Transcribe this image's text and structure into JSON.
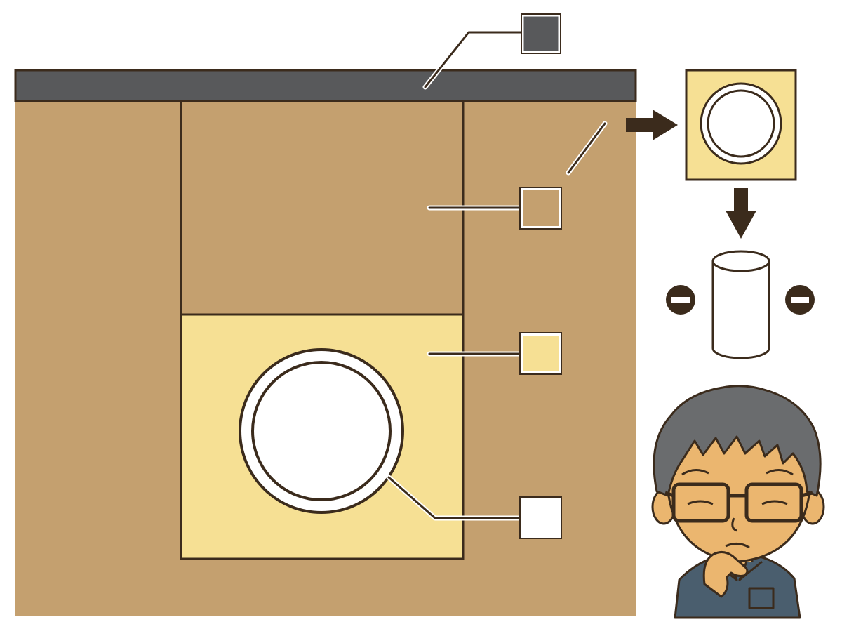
{
  "colors": {
    "ground": "#c4a06f",
    "cap": "#58595b",
    "sand": "#f6e094",
    "outline": "#3b2b1c",
    "white": "#ffffff",
    "skin": "#ebb66f",
    "hair": "#6a6c6e",
    "shirt": "#4a5e6e"
  },
  "legend_keys": [
    {
      "key": "cap",
      "swatch": "#58595b"
    },
    {
      "key": "soil",
      "swatch": "#c4a06f"
    },
    {
      "key": "sand",
      "swatch": "#f6e094"
    },
    {
      "key": "pipe",
      "swatch": "#ffffff"
    }
  ],
  "icons": {
    "flow_arrow": "arrow-right-icon",
    "down_arrow": "arrow-down-icon",
    "minus": "minus-circle-icon",
    "person": "worried-man-icon"
  }
}
